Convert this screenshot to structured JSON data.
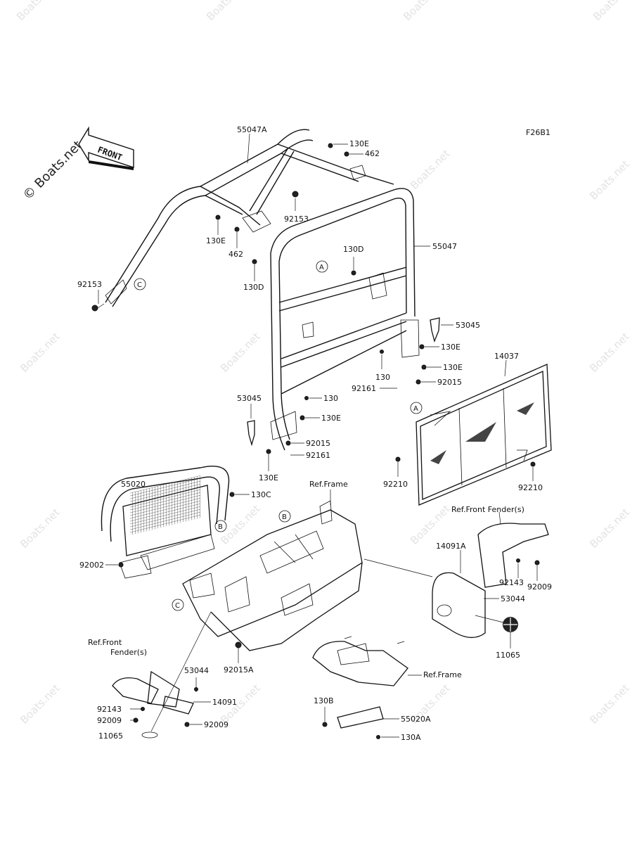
{
  "diagram_id": "F26B1",
  "watermark": "Boats.net",
  "watermark_main": "© Boats.net",
  "front_arrow_label": "FRONT",
  "callouts": [
    "A",
    "B",
    "C"
  ],
  "part_labels": {
    "p55047A": "55047A",
    "p130E_1": "130E",
    "p462_1": "462",
    "p92153_1": "92153",
    "p130E_2": "130E",
    "p462_2": "462",
    "p130D_1": "130D",
    "p55047": "55047",
    "p92153_2": "92153",
    "p130D_2": "130D",
    "p53045_1": "53045",
    "p130E_3": "130E",
    "p14037": "14037",
    "p130E_4": "130E",
    "p130": "130",
    "p92015_1": "92015",
    "p92161_1": "92161",
    "p53045_2": "53045",
    "p130_2": "130",
    "p130E_5": "130E",
    "p92015_2": "92015",
    "p92161_2": "92161",
    "p130E_6": "130E",
    "p92210_1": "92210",
    "p92210_2": "92210",
    "p55020": "55020",
    "p130C": "130C",
    "p14091A": "14091A",
    "p92143_1": "92143",
    "p92009_1": "92009",
    "p53044_1": "53044",
    "p92002": "92002",
    "p11065_1": "11065",
    "p92015A": "92015A",
    "p53044_2": "53044",
    "p14091": "14091",
    "p92143_2": "92143",
    "p92009_2": "92009",
    "p92009_3": "92009",
    "p11065_2": "11065",
    "p130B": "130B",
    "p55020A": "55020A",
    "p130A": "130A"
  },
  "ref_labels": {
    "ref_frame_1": "Ref.Frame",
    "ref_frame_2": "Ref.Frame",
    "ref_front_fender_1": "Ref.Front Fender(s)",
    "ref_front_fender_2a": "Ref.Front",
    "ref_front_fender_2b": "Fender(s)"
  }
}
